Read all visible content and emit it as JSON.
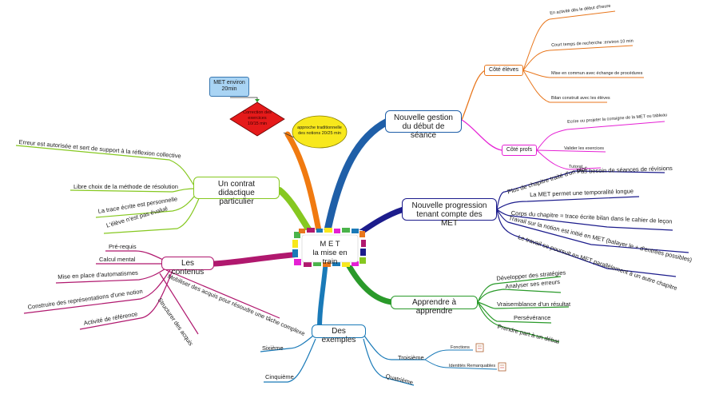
{
  "center": {
    "line1": "M E T",
    "line2": "la mise en train"
  },
  "branches": {
    "nouvelle_gestion": {
      "title1": "Nouvelle gestion",
      "title2": "du début de séance",
      "color": "#1f5fa8",
      "cote_eleves": {
        "label": "Côté élèves",
        "color": "#e8761c",
        "items": [
          "En activité dès le début d'heure",
          "Court temps de recherche :environ 10 min",
          "Mise en commun avec échange de procédures",
          "Bilan construit avec les élèves"
        ]
      },
      "cote_profs": {
        "label": "Côté profs",
        "color": "#e520d4",
        "items": [
          "Ecrire ou projeter la consigne de la MET ou tableau",
          "Valider les exercices",
          "Tutorat"
        ]
      }
    },
    "nouvelle_progression": {
      "title1": "Nouvelle progression",
      "title2": "tenant compte des MET",
      "color": "#1c1c8c",
      "items": [
        "Plus de chapitre traité d'un bloc",
        "La MET permet une temporalité longue",
        "Corps du chapitre = trace écrite bilan dans le cahier de leçon",
        "Travail sur la notion est initié en MET (balayer le + d'entrées possibles)",
        "Le travail se poursuit en MET parallèlement à un autre chapitre",
        "Pas besoin de séances de révisions"
      ]
    },
    "apprendre": {
      "title": "Apprendre à apprendre",
      "color": "#2a9a2a",
      "items": [
        "Développer des stratégies",
        "Analyser ses erreurs",
        "Vraisemblance d'un résultat",
        "Persévérance",
        "Prendre part à un débat"
      ]
    },
    "exemples": {
      "title": "Des exemples",
      "color": "#1a7ab8",
      "items": [
        "Sixième",
        "Cinquième",
        "Troisième",
        "Quatrième"
      ],
      "sub": [
        "Fonctions",
        "Identités Remarquables"
      ]
    },
    "contenus": {
      "title": "Les contenus",
      "color": "#b0186e",
      "items": [
        "Pré-requis",
        "Calcul mental",
        "Mise en place d'automatismes",
        "Construire des représentations d'une notion",
        "Activité de référence",
        "Mobiliser des acquis pour résoudre une tâche complexe",
        "Structurer des acquis"
      ]
    },
    "contrat": {
      "title1": "Un contrat didactique",
      "title2": "particulier",
      "color": "#86c820",
      "items": [
        "Erreur est autorisée et sert de support à la réflexion collective",
        "Libre choix de la méthode de résolution",
        "La trace écrite est personnelle",
        "L'élève n'est pas évalué"
      ]
    }
  },
  "floating": {
    "met_box": {
      "line1": "MET environ",
      "line2": "20min",
      "color": "#a9d4f4"
    },
    "diamond": {
      "line1": "Correction des",
      "line2": "exercices",
      "line3": "10/15 min",
      "color": "#e51a1a"
    },
    "ellipse": {
      "line1": "approche traditionnelle",
      "line2": "des notions 20/25 min",
      "color": "#f8e81c"
    }
  },
  "icons": [
    "document-icon",
    "document-icon"
  ]
}
